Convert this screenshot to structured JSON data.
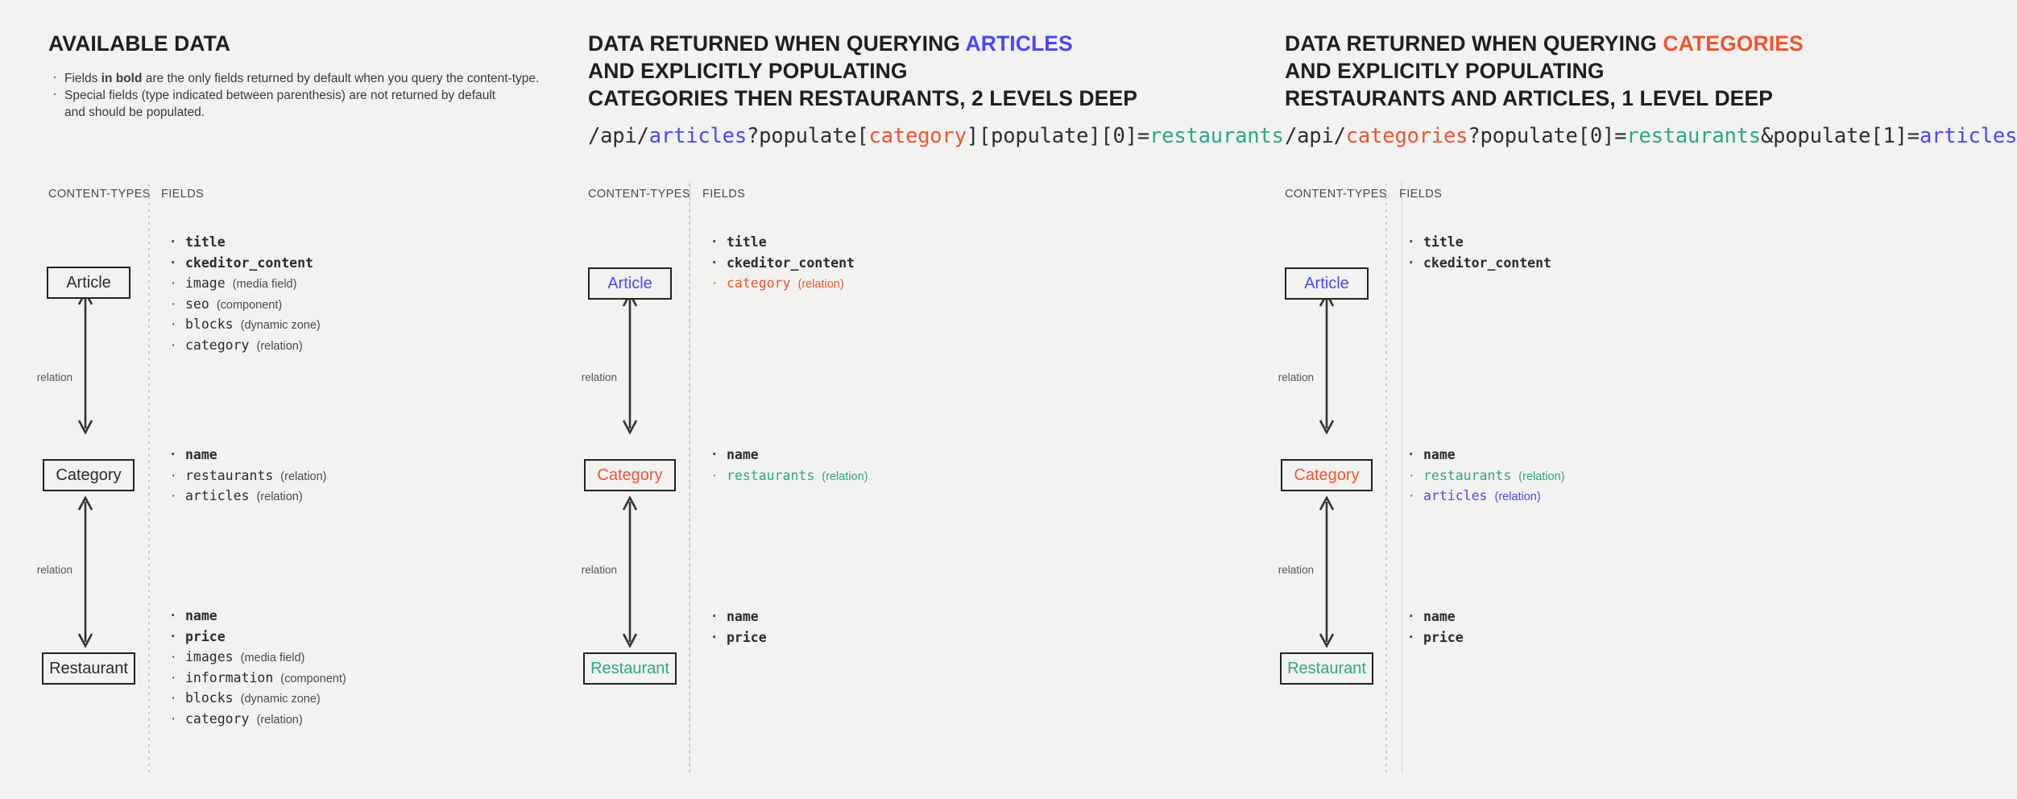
{
  "colors": {
    "background": "#f2f2f1",
    "text": "#2b2b2b",
    "accent_blue": "#4b46ff",
    "accent_red": "#f4542b",
    "accent_green": "#2aa889",
    "muted": "#4a4a4a"
  },
  "column_labels": {
    "content_types": "CONTENT-TYPES",
    "fields": "FIELDS"
  },
  "relation_label": "relation",
  "panel1": {
    "heading": "AVAILABLE DATA",
    "notes": [
      {
        "pre": "Fields ",
        "bold": "in bold",
        "post": " are the only fields returned by default when you query the content-type."
      },
      {
        "pre": "Special fields (type indicated between parenthesis) are not returned by default\nand should be populated.",
        "bold": "",
        "post": ""
      }
    ],
    "nodes": [
      {
        "name": "Article",
        "color": "default"
      },
      {
        "name": "Category",
        "color": "default"
      },
      {
        "name": "Restaurant",
        "color": "default"
      }
    ],
    "field_groups": [
      {
        "node": "Article",
        "fields": [
          {
            "name": "title",
            "type": "",
            "bold": true,
            "color": "default"
          },
          {
            "name": "ckeditor_content",
            "type": "",
            "bold": true,
            "color": "default"
          },
          {
            "name": "image",
            "type": "(media field)",
            "bold": false,
            "color": "default"
          },
          {
            "name": "seo",
            "type": "(component)",
            "bold": false,
            "color": "default"
          },
          {
            "name": "blocks",
            "type": "(dynamic zone)",
            "bold": false,
            "color": "default"
          },
          {
            "name": "category",
            "type": "(relation)",
            "bold": false,
            "color": "default"
          }
        ]
      },
      {
        "node": "Category",
        "fields": [
          {
            "name": "name",
            "type": "",
            "bold": true,
            "color": "default"
          },
          {
            "name": "restaurants",
            "type": "(relation)",
            "bold": false,
            "color": "default"
          },
          {
            "name": "articles",
            "type": "(relation)",
            "bold": false,
            "color": "default"
          }
        ]
      },
      {
        "node": "Restaurant",
        "fields": [
          {
            "name": "name",
            "type": "",
            "bold": true,
            "color": "default"
          },
          {
            "name": "price",
            "type": "",
            "bold": true,
            "color": "default"
          },
          {
            "name": "images",
            "type": "(media field)",
            "bold": false,
            "color": "default"
          },
          {
            "name": "information",
            "type": "(component)",
            "bold": false,
            "color": "default"
          },
          {
            "name": "blocks",
            "type": "(dynamic zone)",
            "bold": false,
            "color": "default"
          },
          {
            "name": "category",
            "type": "(relation)",
            "bold": false,
            "color": "default"
          }
        ]
      }
    ]
  },
  "panel2": {
    "heading_line1_pre": "DATA RETURNED WHEN QUERYING ",
    "heading_line1_accent": "ARTICLES",
    "heading_line2": "AND EXPLICITLY POPULATING",
    "heading_line3": "CATEGORIES THEN RESTAURANTS, 2 LEVELS DEEP",
    "api_url": {
      "segments": [
        {
          "text": "/api/",
          "color": "default"
        },
        {
          "text": "articles",
          "color": "blue"
        },
        {
          "text": "?populate[",
          "color": "default"
        },
        {
          "text": "category",
          "color": "red"
        },
        {
          "text": "][populate][0]=",
          "color": "default"
        },
        {
          "text": "restaurants",
          "color": "green"
        }
      ],
      "full": "/api/articles?populate[category][populate][0]=restaurants"
    },
    "nodes": [
      {
        "name": "Article",
        "color": "blue"
      },
      {
        "name": "Category",
        "color": "red"
      },
      {
        "name": "Restaurant",
        "color": "green"
      }
    ],
    "field_groups": [
      {
        "node": "Article",
        "fields": [
          {
            "name": "title",
            "type": "",
            "bold": true,
            "color": "default"
          },
          {
            "name": "ckeditor_content",
            "type": "",
            "bold": true,
            "color": "default"
          },
          {
            "name": "category",
            "type": "(relation)",
            "bold": false,
            "color": "red"
          }
        ]
      },
      {
        "node": "Category",
        "fields": [
          {
            "name": "name",
            "type": "",
            "bold": true,
            "color": "default"
          },
          {
            "name": "restaurants",
            "type": "(relation)",
            "bold": false,
            "color": "green"
          }
        ]
      },
      {
        "node": "Restaurant",
        "fields": [
          {
            "name": "name",
            "type": "",
            "bold": true,
            "color": "default"
          },
          {
            "name": "price",
            "type": "",
            "bold": true,
            "color": "default"
          }
        ]
      }
    ]
  },
  "panel3": {
    "heading_line1_pre": "DATA RETURNED WHEN QUERYING ",
    "heading_line1_accent": "CATEGORIES",
    "heading_line2": "AND EXPLICITLY POPULATING",
    "heading_line3": "RESTAURANTS AND ARTICLES, 1 LEVEL DEEP",
    "api_url": {
      "segments": [
        {
          "text": "/api/",
          "color": "default"
        },
        {
          "text": "categories",
          "color": "red"
        },
        {
          "text": "?populate[0]=",
          "color": "default"
        },
        {
          "text": "restaurants",
          "color": "green"
        },
        {
          "text": "&populate[1]=",
          "color": "default"
        },
        {
          "text": "articles",
          "color": "blue"
        }
      ],
      "full": "/api/categories?populate[0]=restaurants&populate[1]=articles"
    },
    "nodes": [
      {
        "name": "Article",
        "color": "blue"
      },
      {
        "name": "Category",
        "color": "red"
      },
      {
        "name": "Restaurant",
        "color": "green"
      }
    ],
    "field_groups": [
      {
        "node": "Article",
        "fields": [
          {
            "name": "title",
            "type": "",
            "bold": true,
            "color": "default"
          },
          {
            "name": "ckeditor_content",
            "type": "",
            "bold": true,
            "color": "default"
          }
        ]
      },
      {
        "node": "Category",
        "fields": [
          {
            "name": "name",
            "type": "",
            "bold": true,
            "color": "default"
          },
          {
            "name": "restaurants",
            "type": "(relation)",
            "bold": false,
            "color": "green"
          },
          {
            "name": "articles",
            "type": "(relation)",
            "bold": false,
            "color": "blue"
          }
        ]
      },
      {
        "node": "Restaurant",
        "fields": [
          {
            "name": "name",
            "type": "",
            "bold": true,
            "color": "default"
          },
          {
            "name": "price",
            "type": "",
            "bold": true,
            "color": "default"
          }
        ]
      }
    ]
  }
}
